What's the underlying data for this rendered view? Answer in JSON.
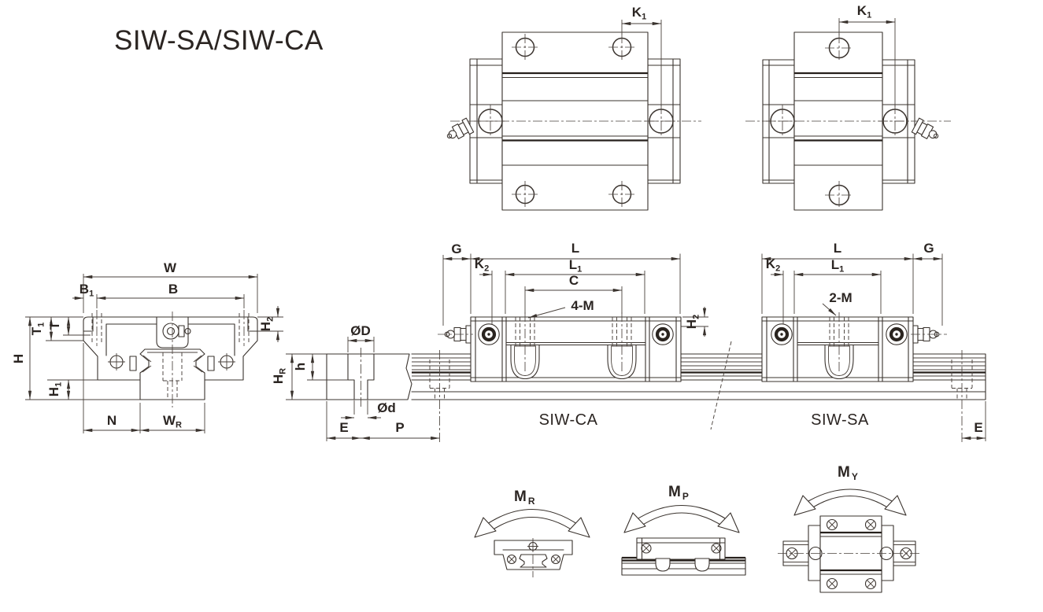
{
  "colors": {
    "line": "#3a332e",
    "thick_line": "#26201c",
    "background": "#ffffff",
    "hatch": "#6b625c"
  },
  "title": "SIW-SA/SIW-CA",
  "labels": {
    "k1_ca": {
      "base": "K",
      "sub": "1"
    },
    "k1_sa": {
      "base": "K",
      "sub": "1"
    },
    "W": {
      "base": "W",
      "sub": ""
    },
    "B": {
      "base": "B",
      "sub": ""
    },
    "B1": {
      "base": "B",
      "sub": "1"
    },
    "T1": {
      "base": "T",
      "sub": "1"
    },
    "T": {
      "base": "T",
      "sub": ""
    },
    "H": {
      "base": "H",
      "sub": ""
    },
    "H1": {
      "base": "H",
      "sub": "1"
    },
    "H2_front": {
      "base": "H",
      "sub": "2"
    },
    "N": {
      "base": "N",
      "sub": ""
    },
    "WR": {
      "base": "W",
      "sub": "R"
    },
    "OD": {
      "base": "ØD",
      "sub": ""
    },
    "Od": {
      "base": "Ød",
      "sub": ""
    },
    "h": {
      "base": "h",
      "sub": ""
    },
    "HR": {
      "base": "H",
      "sub": "R"
    },
    "E_left": {
      "base": "E",
      "sub": ""
    },
    "P": {
      "base": "P",
      "sub": ""
    },
    "G_ca": {
      "base": "G",
      "sub": ""
    },
    "L_ca": {
      "base": "L",
      "sub": ""
    },
    "K2_ca": {
      "base": "K",
      "sub": "2"
    },
    "L1_ca": {
      "base": "L",
      "sub": "1"
    },
    "C": {
      "base": "C",
      "sub": ""
    },
    "M4": {
      "base": "4-M",
      "sub": ""
    },
    "H2_ca": {
      "base": "H",
      "sub": "2"
    },
    "name_ca": "SIW-CA",
    "L_sa": {
      "base": "L",
      "sub": ""
    },
    "G_sa": {
      "base": "G",
      "sub": ""
    },
    "K2_sa": {
      "base": "K",
      "sub": "2"
    },
    "L1_sa": {
      "base": "L",
      "sub": "1"
    },
    "M2": {
      "base": "2-M",
      "sub": ""
    },
    "name_sa": "SIW-SA",
    "E_right": {
      "base": "E",
      "sub": ""
    },
    "MR": {
      "base": "M",
      "sub": "R"
    },
    "MP": {
      "base": "M",
      "sub": "P"
    },
    "MY": {
      "base": "M",
      "sub": "Y"
    }
  }
}
